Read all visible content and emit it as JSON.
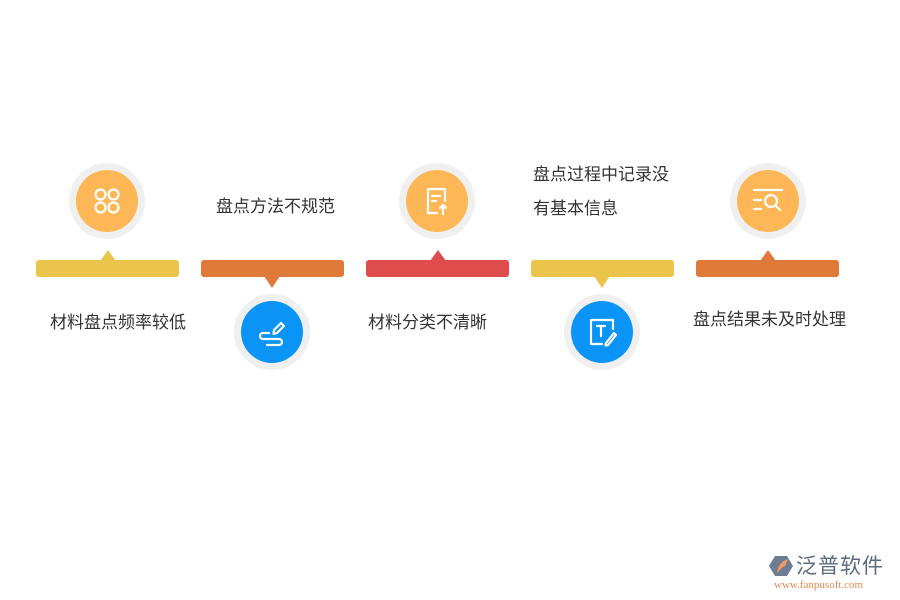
{
  "colors": {
    "ring": "#f0f0f0",
    "orange_disc": "#fdb756",
    "blue_disc": "#0a94f5",
    "bar_yellow": "#ebc54b",
    "bar_orange": "#e07a38",
    "bar_red": "#de4c4b",
    "text": "#333333"
  },
  "steps": [
    {
      "label": "材料盘点频率较低",
      "bar_color": "yellow",
      "pointer": "up",
      "icon": "apps-grid-icon",
      "icon_position": "top"
    },
    {
      "label": "盘点方法不规范",
      "bar_color": "orange",
      "pointer": "down",
      "icon": "signature-pen-icon",
      "icon_position": "bottom"
    },
    {
      "label": "材料分类不清晰",
      "bar_color": "red",
      "pointer": "up",
      "icon": "document-upload-icon",
      "icon_position": "top"
    },
    {
      "label_lines": [
        "盘点过程中记录没",
        "有基本信息"
      ],
      "bar_color": "yellow",
      "pointer": "down",
      "icon": "text-edit-icon",
      "icon_position": "bottom"
    },
    {
      "label": "盘点结果未及时处理",
      "bar_color": "orange",
      "pointer": "up",
      "icon": "list-search-icon",
      "icon_position": "top"
    }
  ],
  "logo": {
    "name": "泛普软件",
    "url": "www.fanpusoft.com"
  }
}
